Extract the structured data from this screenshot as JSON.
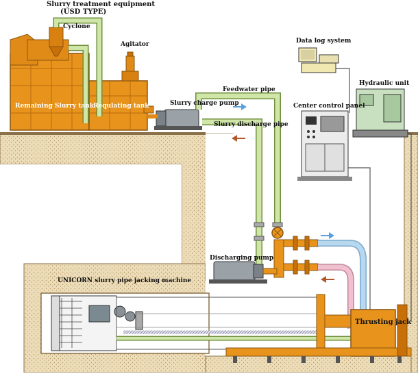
{
  "labels": {
    "slurry_equipment_line1": "Slurry treatment equipment",
    "slurry_equipment_line2": "(USD TYPE)",
    "cyclone": "Cyclone",
    "agitator": "Agitator",
    "remaining_tank": "Remaining Slurry tank",
    "regulating_tank": "Requlating tank",
    "charge_pump": "Slurry charge pump",
    "feedwater_pipe": "Feedwater pipe",
    "discharge_pipe": "Slurry discharge pipe",
    "data_log": "Data log system",
    "hydraulic_unit": "Hydraulic unit",
    "control_panel": "Center control panel",
    "discharging_pump": "Discharging pump",
    "jacking_machine": "UNICORN slurry pipe jacking machine",
    "thrusting_jack": "Thrusting jack"
  },
  "colors": {
    "tank": "#e8941c",
    "tank_dark": "#b86a10",
    "pipe_green": "#cfe6a8",
    "pipe_green_edge": "#6e8f3c",
    "pipe_blue": "#b8d8f0",
    "pipe_pink": "#f0c0d0",
    "soil": "#e8d6b0",
    "arrow_blue": "#5aa0e0",
    "arrow_brown": "#b0582a",
    "equipment_green": "#c8e0c0",
    "panel_grey": "#e8e8e8"
  }
}
